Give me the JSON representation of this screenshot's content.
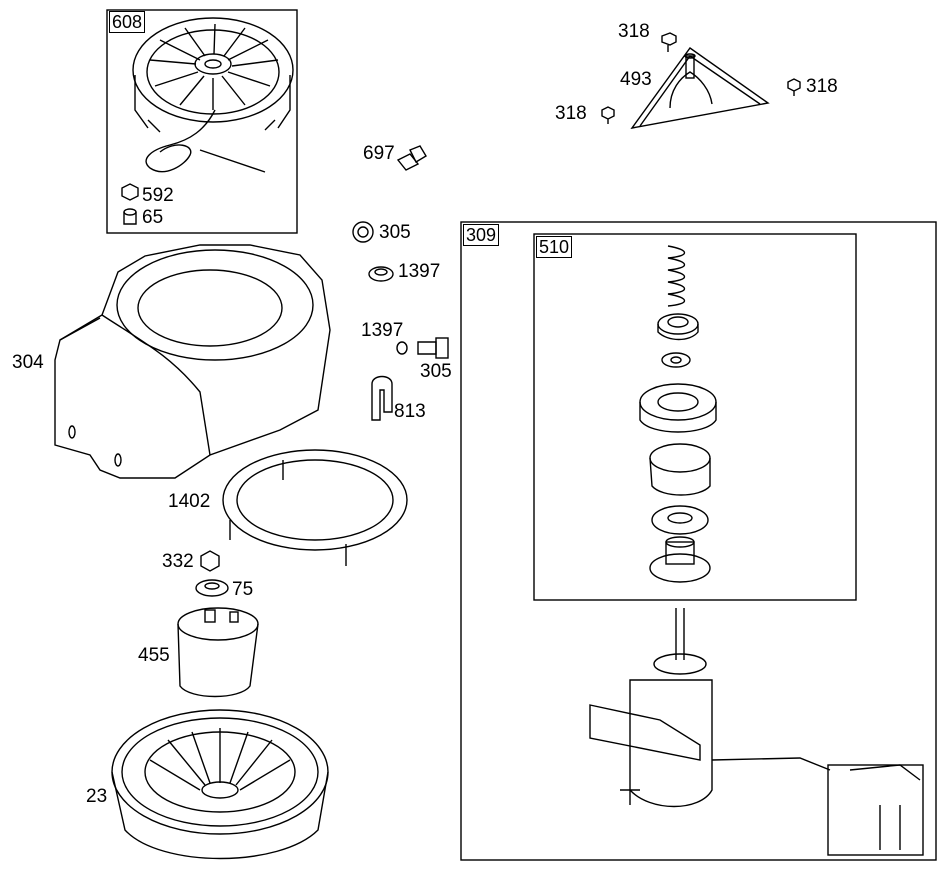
{
  "callouts": {
    "c608": "608",
    "c592": "592",
    "c65": "65",
    "c318a": "318",
    "c493": "493",
    "c318b": "318",
    "c318c": "318",
    "c697": "697",
    "c305a": "305",
    "c1397a": "1397",
    "c1397b": "1397",
    "c305b": "305",
    "c813": "813",
    "c304": "304",
    "c1402": "1402",
    "c332": "332",
    "c75": "75",
    "c455": "455",
    "c23": "23",
    "c309": "309",
    "c510": "510"
  }
}
